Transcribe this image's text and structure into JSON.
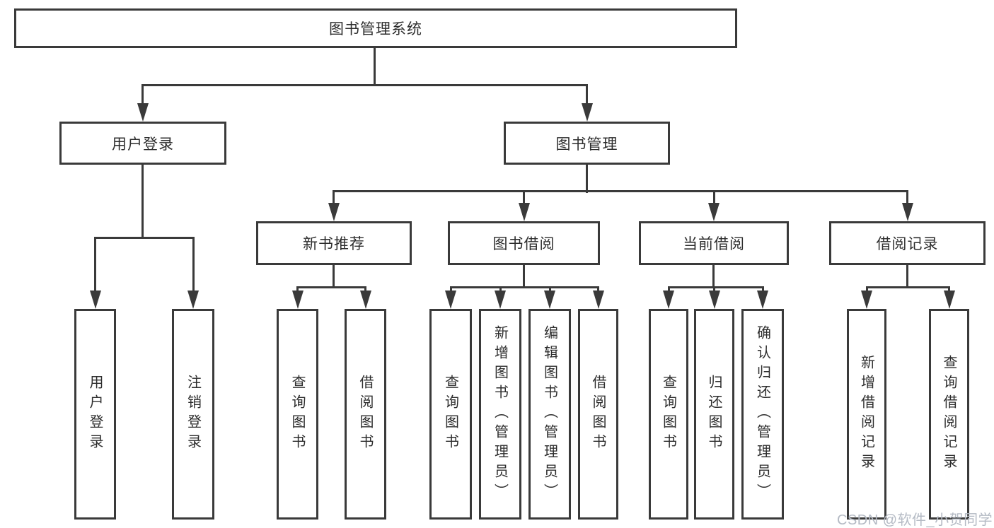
{
  "diagram": {
    "root": {
      "label": "图书管理系统"
    },
    "modules": [
      {
        "label": "用户登录",
        "children": [
          {
            "label": "用户登录"
          },
          {
            "label": "注销登录"
          }
        ]
      },
      {
        "label": "图书管理",
        "children": [
          {
            "label": "新书推荐",
            "children": [
              {
                "label": "查询图书"
              },
              {
                "label": "借阅图书"
              }
            ]
          },
          {
            "label": "图书借阅",
            "children": [
              {
                "label": "查询图书"
              },
              {
                "label": "新增图书（管理员）"
              },
              {
                "label": "编辑图书（管理员）"
              },
              {
                "label": "借阅图书"
              }
            ]
          },
          {
            "label": "当前借阅",
            "children": [
              {
                "label": "查询图书"
              },
              {
                "label": "归还图书"
              },
              {
                "label": "确认归还（管理员）"
              }
            ]
          },
          {
            "label": "借阅记录",
            "children": [
              {
                "label": "新增借阅记录"
              },
              {
                "label": "查询借阅记录"
              }
            ]
          }
        ]
      }
    ]
  },
  "watermark": {
    "text": "CSDN @软件_小贺同学"
  },
  "colors": {
    "line": "#3a3a3a",
    "text": "#2d2d2d",
    "background": "#ffffff",
    "watermark": "#b4bac4"
  }
}
